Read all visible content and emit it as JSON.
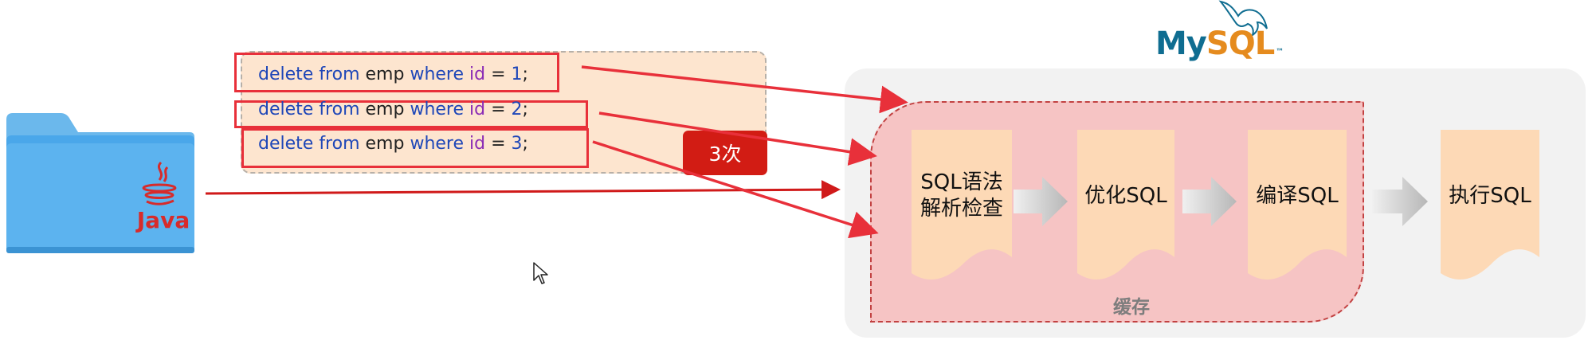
{
  "sql_statements": [
    {
      "kw1": "delete",
      "kw2": "from",
      "table": "emp",
      "kw3": "where",
      "column": "id",
      "op": "=",
      "value": "1",
      "end": ";"
    },
    {
      "kw1": "delete",
      "kw2": "from",
      "table": "emp",
      "kw3": "where",
      "column": "id",
      "op": "=",
      "value": "2",
      "end": ";"
    },
    {
      "kw1": "delete",
      "kw2": "from",
      "table": "emp",
      "kw3": "where",
      "column": "id",
      "op": "=",
      "value": "3",
      "end": ";"
    }
  ],
  "times_badge": "3次",
  "java_label": "Java",
  "mysql_logo": {
    "my": "My",
    "sql": "SQL",
    "tm": "™"
  },
  "steps": [
    {
      "label_line1": "SQL语法",
      "label_line2": "解析检查"
    },
    {
      "label_line1": "优化SQL",
      "label_line2": ""
    },
    {
      "label_line1": "编译SQL",
      "label_line2": ""
    },
    {
      "label_line1": "执行SQL",
      "label_line2": ""
    }
  ],
  "cache_label": "缓存",
  "colors": {
    "arrow": "#e8303a",
    "step_fill": "#fdd9b6",
    "cache_fill": "#f6c4c4",
    "badge": "#d21c14"
  },
  "icons": [
    "folder-icon",
    "java-logo-icon",
    "mysql-dolphin-icon",
    "mouse-cursor-icon",
    "chevron-arrow-icon"
  ]
}
